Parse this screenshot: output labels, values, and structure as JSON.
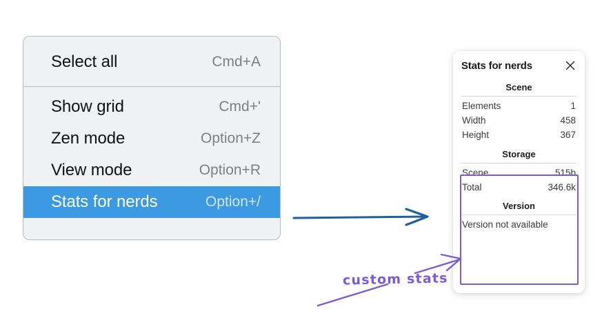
{
  "context_menu": {
    "groups": [
      {
        "items": [
          {
            "label": "Select all",
            "shortcut": "Cmd+A",
            "selected": false
          }
        ]
      },
      {
        "items": [
          {
            "label": "Show grid",
            "shortcut": "Cmd+'",
            "selected": false
          },
          {
            "label": "Zen mode",
            "shortcut": "Option+Z",
            "selected": false
          },
          {
            "label": "View mode",
            "shortcut": "Option+R",
            "selected": false
          },
          {
            "label": "Stats for nerds",
            "shortcut": "Option+/",
            "selected": true
          }
        ]
      }
    ],
    "highlight_color": "#3c9ae2",
    "background_color": "#f0f1f3"
  },
  "stats_panel": {
    "title": "Stats for nerds",
    "close_icon": "close-icon",
    "sections": [
      {
        "name": "scene",
        "title": "Scene",
        "rows": [
          {
            "key": "Elements",
            "value": "1"
          },
          {
            "key": "Width",
            "value": "458"
          },
          {
            "key": "Height",
            "value": "367"
          }
        ]
      },
      {
        "name": "storage",
        "title": "Storage",
        "rows": [
          {
            "key": "Scene",
            "value": "515b"
          },
          {
            "key": "Total",
            "value": "346.6k"
          }
        ]
      },
      {
        "name": "version",
        "title": "Version",
        "rows": [
          {
            "key": "Version not available",
            "value": ""
          }
        ]
      }
    ]
  },
  "annotations": {
    "custom_stats_label": "custom stats",
    "annotation_color": "#7b5cd6",
    "flow_arrow_color": "#1f5f9e"
  }
}
